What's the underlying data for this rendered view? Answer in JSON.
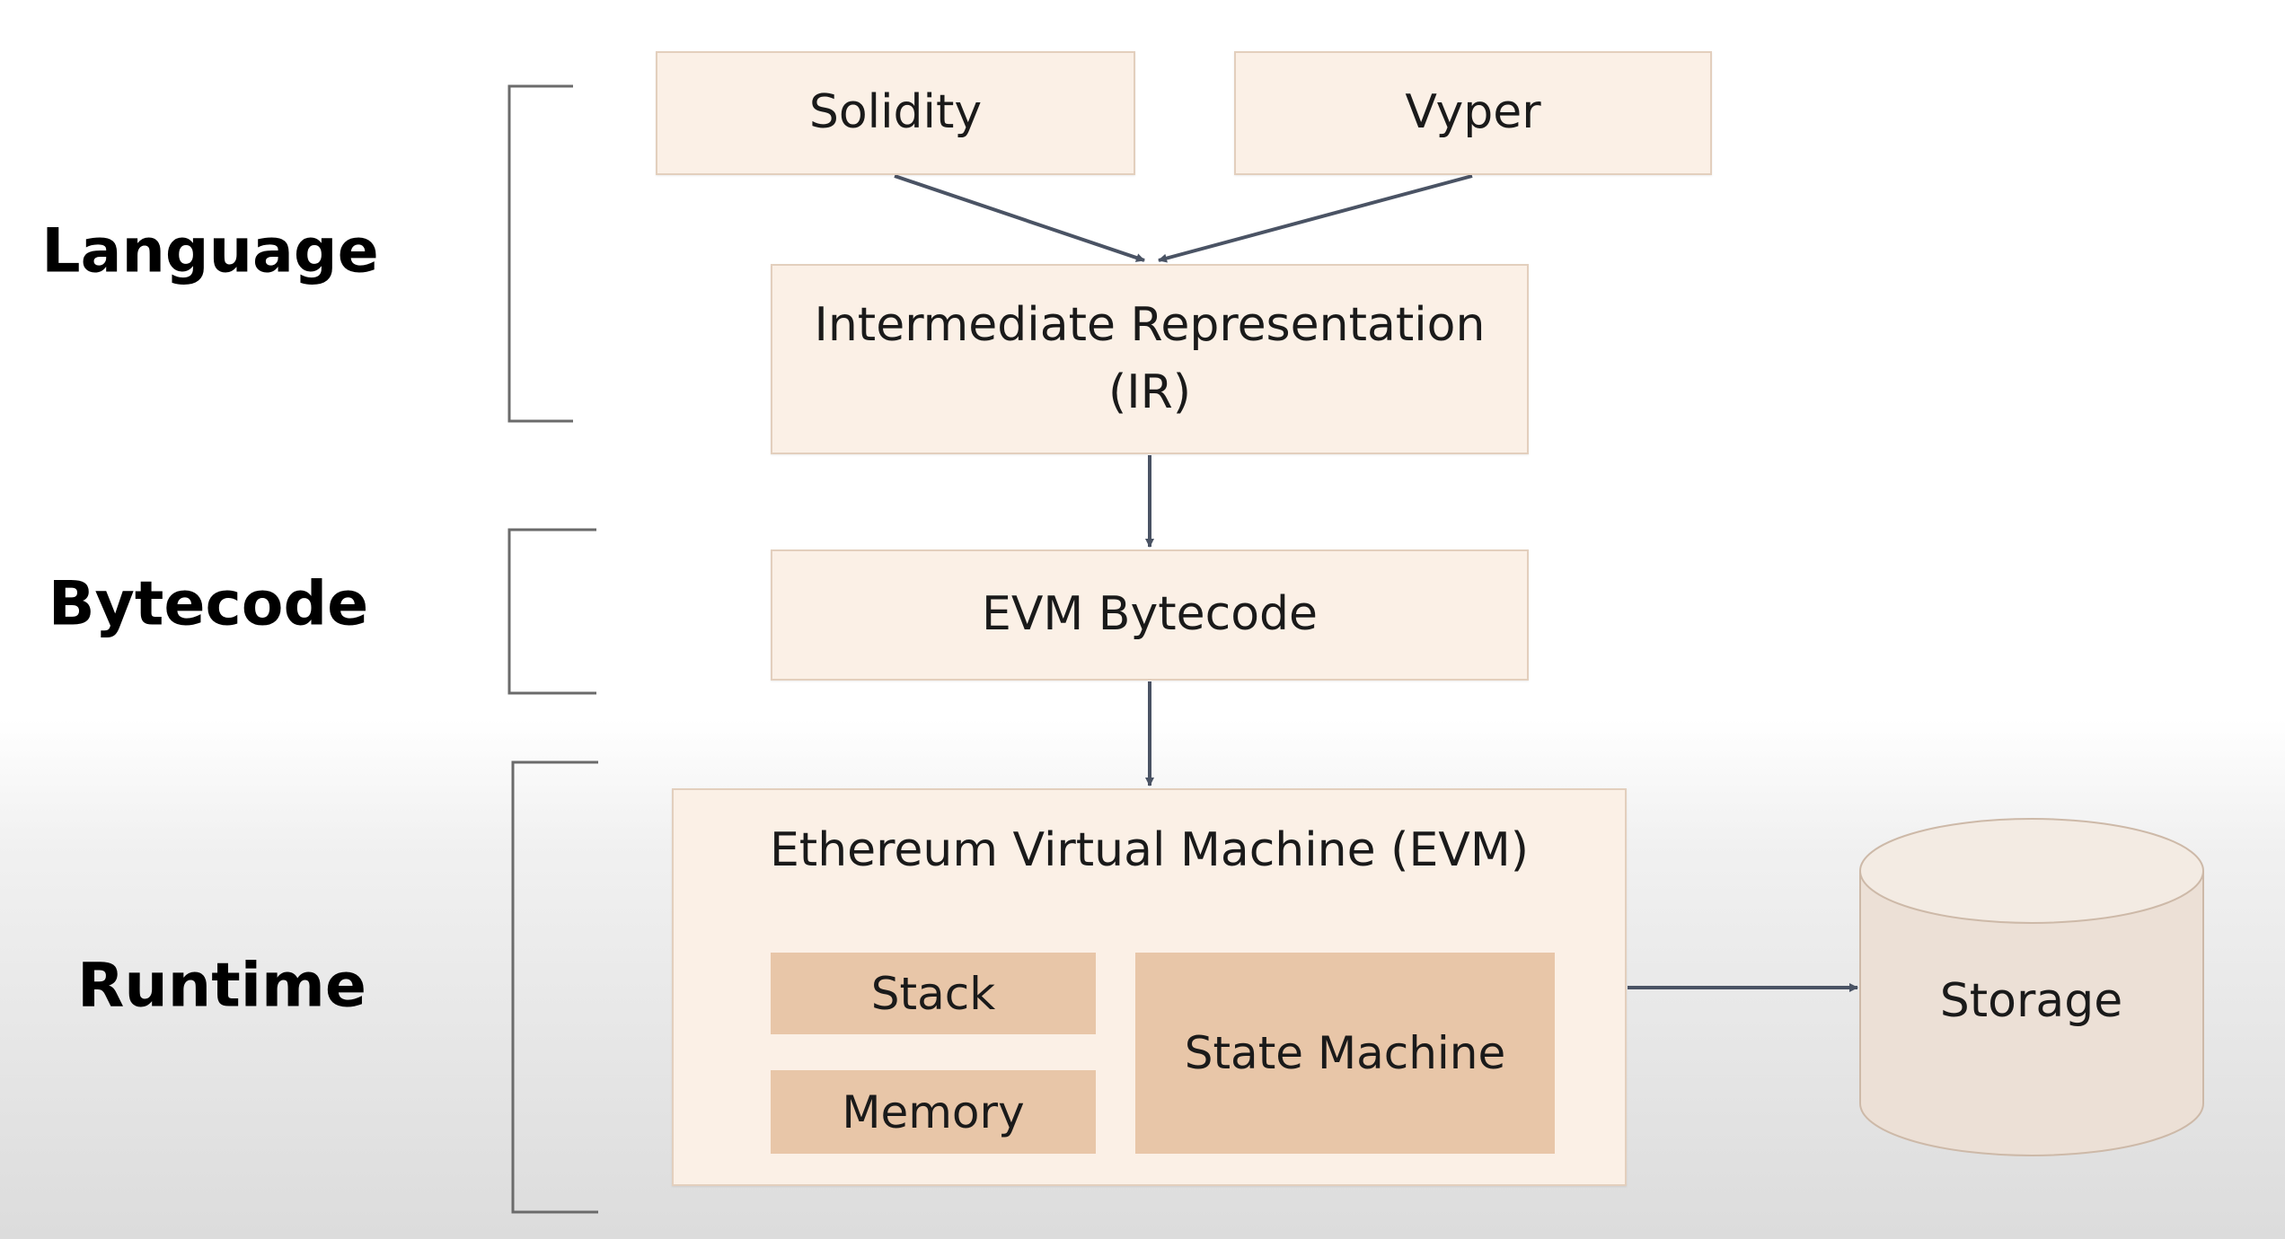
{
  "layers": {
    "language": "Language",
    "bytecode": "Bytecode",
    "runtime": "Runtime"
  },
  "nodes": {
    "solidity": "Solidity",
    "vyper": "Vyper",
    "ir_line1": "Intermediate Representation",
    "ir_line2": "(IR)",
    "evm_bytecode": "EVM Bytecode",
    "evm": "Ethereum Virtual Machine (EVM)",
    "stack": "Stack",
    "memory": "Memory",
    "state_machine": "State Machine",
    "storage": "Storage"
  },
  "edges": [
    {
      "from": "Solidity",
      "to": "Intermediate Representation (IR)"
    },
    {
      "from": "Vyper",
      "to": "Intermediate Representation (IR)"
    },
    {
      "from": "Intermediate Representation (IR)",
      "to": "EVM Bytecode"
    },
    {
      "from": "EVM Bytecode",
      "to": "Ethereum Virtual Machine (EVM)"
    },
    {
      "from": "Ethereum Virtual Machine (EVM)",
      "to": "Storage"
    }
  ],
  "colors": {
    "box_fill": "#fbf0e6",
    "box_border": "#e3cfbd",
    "inner_fill": "#e8c6a8",
    "arrow": "#4a5364",
    "bracket": "#6b6b6b"
  }
}
